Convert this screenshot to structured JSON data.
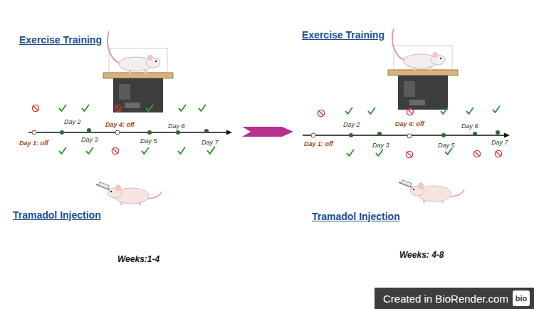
{
  "diagram": {
    "nodes": [
      {
        "text": [
          "Created in BioRender.com",
          "bio"
        ]
      }
    ],
    "labels": [
      "Exercise Training",
      "Day 2",
      "Day 4: off",
      "Day 6",
      "Day 1: off",
      "Day 3",
      "Day 5",
      "Day 7",
      "Tramadol Injection",
      "Weeks:1-4",
      "Exercise Training",
      "Day 2",
      "Day 4: off",
      "Day 6",
      "Day 1: off",
      "Day 3",
      "Day 5",
      "Day 7",
      "Tramadol Injection",
      "Weeks: 4-8"
    ]
  }
}
